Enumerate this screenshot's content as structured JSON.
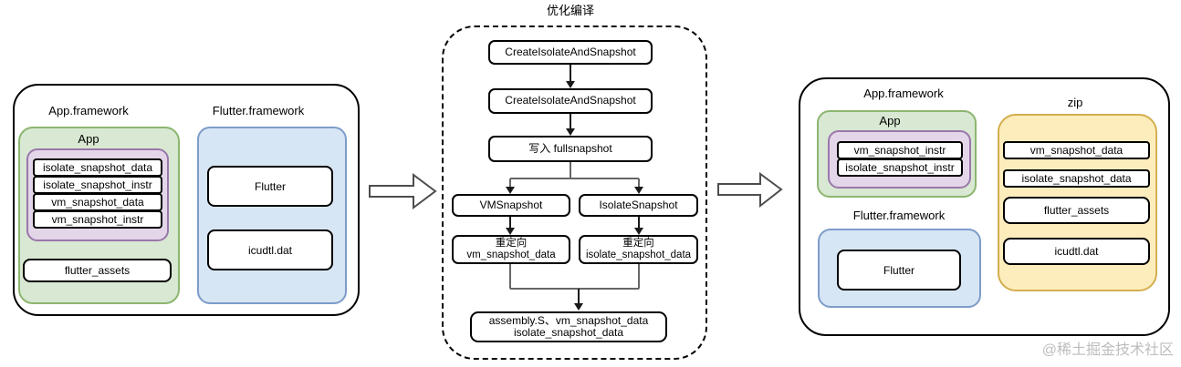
{
  "colors": {
    "green_fill": "#d8e8d2",
    "green_stroke": "#8cb670",
    "purple_fill": "#e3d6e8",
    "purple_stroke": "#9a77ab",
    "blue_fill": "#d7e6f5",
    "blue_stroke": "#7d9cc9",
    "yellow_fill": "#fdedbc",
    "yellow_stroke": "#d3ae4e",
    "box_stroke": "#000000",
    "connector": "#666666",
    "arrow_dark": "#1a1a1a",
    "watermark": "#bdbdbd"
  },
  "left_panel": {
    "app_framework_label": "App.framework",
    "flutter_framework_label": "Flutter.framework",
    "app_group_label": "App",
    "snapshot_items": [
      "isolate_snapshot_data",
      "isolate_snapshot_instr",
      "vm_snapshot_data",
      "vm_snapshot_instr"
    ],
    "flutter_assets_label": "flutter_assets",
    "flutter_label": "Flutter",
    "icudtl_label": "icudtl.dat"
  },
  "pipeline": {
    "title": "优化编译",
    "step_create_1": "CreateIsolateAndSnapshot",
    "step_create_2": "CreateIsolateAndSnapshot",
    "step_write_fullsnapshot": "写入 fullsnapshot",
    "vm_snapshot": "VMSnapshot",
    "isolate_snapshot": "IsolateSnapshot",
    "redirect_vm": {
      "line1": "重定向",
      "line2": "vm_snapshot_data"
    },
    "redirect_isolate": {
      "line1": "重定向",
      "line2": "isolate_snapshot_data"
    },
    "output": {
      "line1": "assembly.S、vm_snapshot_data",
      "line2": "isolate_snapshot_data"
    }
  },
  "right_panel": {
    "app_framework_label": "App.framework",
    "app_group_label": "App",
    "instr_items": [
      "vm_snapshot_instr",
      "isolate_snapshot_instr"
    ],
    "flutter_framework_label": "Flutter.framework",
    "flutter_label": "Flutter",
    "zip_label": "zip",
    "zip_items": [
      "vm_snapshot_data",
      "isolate_snapshot_data",
      "flutter_assets",
      "icudtl.dat"
    ]
  },
  "watermark": "@稀土掘金技术社区"
}
